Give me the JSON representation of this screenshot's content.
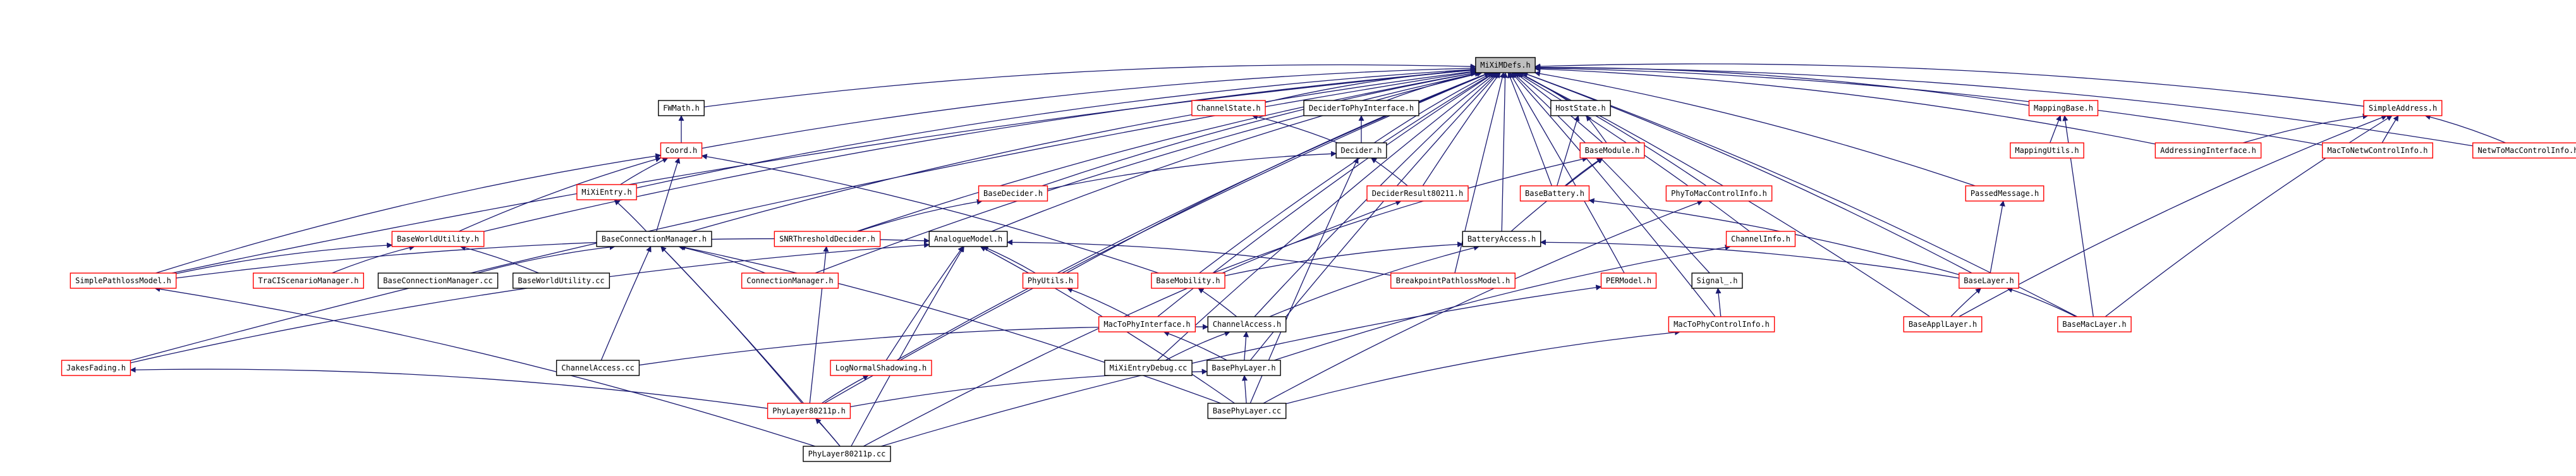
{
  "title": "",
  "colors": {
    "edge": "#191970",
    "red_border": "#ff0000",
    "black_border": "#000000",
    "root_fill": "#bfbfbf"
  },
  "nodes": [
    {
      "id": "mixim",
      "label": "MiXiMDefs.h",
      "border": "root"
    },
    {
      "id": "fwmath",
      "label": "FWMath.h",
      "border": "black"
    },
    {
      "id": "channelstate",
      "label": "ChannelState.h",
      "border": "red"
    },
    {
      "id": "decidertophy",
      "label": "DeciderToPhyInterface.h",
      "border": "black"
    },
    {
      "id": "hoststate",
      "label": "HostState.h",
      "border": "black"
    },
    {
      "id": "mappingbase",
      "label": "MappingBase.h",
      "border": "red"
    },
    {
      "id": "simpleaddress",
      "label": "SimpleAddress.h",
      "border": "red"
    },
    {
      "id": "coord",
      "label": "Coord.h",
      "border": "red"
    },
    {
      "id": "decider",
      "label": "Decider.h",
      "border": "black"
    },
    {
      "id": "basemodule",
      "label": "BaseModule.h",
      "border": "red"
    },
    {
      "id": "mappingutils",
      "label": "MappingUtils.h",
      "border": "red"
    },
    {
      "id": "addressinginterface",
      "label": "AddressingInterface.h",
      "border": "red"
    },
    {
      "id": "mactonetwcontrolinfo",
      "label": "MacToNetwControlInfo.h",
      "border": "red"
    },
    {
      "id": "netwtomaccontrolinfo",
      "label": "NetwToMacControlInfo.h",
      "border": "red"
    },
    {
      "id": "mixentry",
      "label": "MiXiEntry.h",
      "border": "red"
    },
    {
      "id": "basedecider",
      "label": "BaseDecider.h",
      "border": "red"
    },
    {
      "id": "deciderresult",
      "label": "DeciderResult80211.h",
      "border": "red"
    },
    {
      "id": "basebattery",
      "label": "BaseBattery.h",
      "border": "red"
    },
    {
      "id": "phytomaccontrolinfo",
      "label": "PhyToMacControlInfo.h",
      "border": "red"
    },
    {
      "id": "passedmessage",
      "label": "PassedMessage.h",
      "border": "red"
    },
    {
      "id": "baseworldutility",
      "label": "BaseWorldUtility.h",
      "border": "red"
    },
    {
      "id": "baseconnectionmanager",
      "label": "BaseConnectionManager.h",
      "border": "black"
    },
    {
      "id": "snrthreshold",
      "label": "SNRThresholdDecider.h",
      "border": "red"
    },
    {
      "id": "analoguemodel",
      "label": "AnalogueModel.h",
      "border": "black"
    },
    {
      "id": "batteryaccess",
      "label": "BatteryAccess.h",
      "border": "black"
    },
    {
      "id": "channelinfo",
      "label": "ChannelInfo.h",
      "border": "red"
    },
    {
      "id": "simplepathloss",
      "label": "SimplePathlossModel.h",
      "border": "red"
    },
    {
      "id": "traciscenario",
      "label": "TraCIScenarioManager.h",
      "border": "red"
    },
    {
      "id": "baseconnectionmanagercc",
      "label": "BaseConnectionManager.cc",
      "border": "black"
    },
    {
      "id": "baseworldutilitycc",
      "label": "BaseWorldUtility.cc",
      "border": "black"
    },
    {
      "id": "connectionmanager",
      "label": "ConnectionManager.h",
      "border": "red"
    },
    {
      "id": "phyutils",
      "label": "PhyUtils.h",
      "border": "red"
    },
    {
      "id": "basemobility",
      "label": "BaseMobility.h",
      "border": "red"
    },
    {
      "id": "breakpointpathloss",
      "label": "BreakpointPathlossModel.h",
      "border": "red"
    },
    {
      "id": "permodel",
      "label": "PERModel.h",
      "border": "red"
    },
    {
      "id": "signal",
      "label": "Signal_.h",
      "border": "black"
    },
    {
      "id": "baselayer",
      "label": "BaseLayer.h",
      "border": "red"
    },
    {
      "id": "mactophyinterface",
      "label": "MacToPhyInterface.h",
      "border": "red"
    },
    {
      "id": "channelaccess",
      "label": "ChannelAccess.h",
      "border": "black"
    },
    {
      "id": "mactophycontrolinfo",
      "label": "MacToPhyControlInfo.h",
      "border": "red"
    },
    {
      "id": "baseapplayer",
      "label": "BaseApplLayer.h",
      "border": "red"
    },
    {
      "id": "basemaclayer",
      "label": "BaseMacLayer.h",
      "border": "red"
    },
    {
      "id": "jakesfading",
      "label": "JakesFading.h",
      "border": "red"
    },
    {
      "id": "channelaccesscc",
      "label": "ChannelAccess.cc",
      "border": "black"
    },
    {
      "id": "lognormalshadowing",
      "label": "LogNormalShadowing.h",
      "border": "red"
    },
    {
      "id": "mixientrydebug",
      "label": "MiXiEntryDebug.cc",
      "border": "black"
    },
    {
      "id": "basephylayer",
      "label": "BasePhyLayer.h",
      "border": "black"
    },
    {
      "id": "phylayer80211p",
      "label": "PhyLayer80211p.h",
      "border": "red"
    },
    {
      "id": "basephylayercc",
      "label": "BasePhyLayer.cc",
      "border": "black"
    },
    {
      "id": "phylayer80211pcc",
      "label": "PhyLayer80211p.cc",
      "border": "black"
    }
  ],
  "edges": [
    [
      "fwmath",
      "mixim"
    ],
    [
      "channelstate",
      "mixim"
    ],
    [
      "decidertophy",
      "mixim"
    ],
    [
      "hoststate",
      "mixim"
    ],
    [
      "mappingbase",
      "mixim"
    ],
    [
      "simpleaddress",
      "mixim"
    ],
    [
      "coord",
      "mixim"
    ],
    [
      "decider",
      "mixim"
    ],
    [
      "basemodule",
      "mixim"
    ],
    [
      "mixentry",
      "mixim"
    ],
    [
      "basedecider",
      "mixim"
    ],
    [
      "deciderresult",
      "mixim"
    ],
    [
      "basebattery",
      "mixim"
    ],
    [
      "phytomaccontrolinfo",
      "mixim"
    ],
    [
      "passedmessage",
      "mixim"
    ],
    [
      "addressinginterface",
      "mixim"
    ],
    [
      "mactonetwcontrolinfo",
      "mixim"
    ],
    [
      "netwtomaccontrolinfo",
      "mixim"
    ],
    [
      "baseworldutility",
      "mixim"
    ],
    [
      "baseconnectionmanager",
      "mixim"
    ],
    [
      "analoguemodel",
      "mixim"
    ],
    [
      "batteryaccess",
      "mixim"
    ],
    [
      "channelinfo",
      "mixim"
    ],
    [
      "simplepathloss",
      "mixim"
    ],
    [
      "snrthreshold",
      "mixim"
    ],
    [
      "phyutils",
      "mixim"
    ],
    [
      "basemobility",
      "mixim"
    ],
    [
      "breakpointpathloss",
      "mixim"
    ],
    [
      "permodel",
      "mixim"
    ],
    [
      "signal",
      "mixim"
    ],
    [
      "baselayer",
      "mixim"
    ],
    [
      "mactophyinterface",
      "mixim"
    ],
    [
      "channelaccess",
      "mixim"
    ],
    [
      "mactophycontrolinfo",
      "mixim"
    ],
    [
      "baseapplayer",
      "mixim"
    ],
    [
      "basemaclayer",
      "mixim"
    ],
    [
      "jakesfading",
      "mixim"
    ],
    [
      "lognormalshadowing",
      "mixim"
    ],
    [
      "mixientrydebug",
      "mixim"
    ],
    [
      "basephylayer",
      "mixim"
    ],
    [
      "phylayer80211p",
      "mixim"
    ],
    [
      "connectionmanager",
      "mixim"
    ],
    [
      "coord",
      "fwmath"
    ],
    [
      "decider",
      "channelstate"
    ],
    [
      "decider",
      "decidertophy"
    ],
    [
      "basemodule",
      "hoststate"
    ],
    [
      "basebattery",
      "hoststate"
    ],
    [
      "mappingutils",
      "mappingbase"
    ],
    [
      "addressinginterface",
      "simpleaddress"
    ],
    [
      "mactonetwcontrolinfo",
      "simpleaddress"
    ],
    [
      "netwtomaccontrolinfo",
      "simpleaddress"
    ],
    [
      "mixentry",
      "coord"
    ],
    [
      "baseworldutility",
      "coord"
    ],
    [
      "baseconnectionmanager",
      "coord"
    ],
    [
      "basemobility",
      "coord"
    ],
    [
      "simplepathloss",
      "coord"
    ],
    [
      "basedecider",
      "decider"
    ],
    [
      "deciderresult",
      "decider"
    ],
    [
      "basebattery",
      "basemodule"
    ],
    [
      "batteryaccess",
      "basemodule"
    ],
    [
      "baselayer",
      "basebattery"
    ],
    [
      "snrthreshold",
      "basedecider"
    ],
    [
      "baseconnectionmanager",
      "mixentry"
    ],
    [
      "traciscenario",
      "baseworldutility"
    ],
    [
      "baseworldutilitycc",
      "baseworldutility"
    ],
    [
      "simplepathloss",
      "baseworldutility"
    ],
    [
      "baseconnectionmanagercc",
      "baseconnectionmanager"
    ],
    [
      "connectionmanager",
      "baseconnectionmanager"
    ],
    [
      "channelaccesscc",
      "baseconnectionmanager"
    ],
    [
      "simplepathloss",
      "analoguemodel"
    ],
    [
      "phyutils",
      "analoguemodel"
    ],
    [
      "breakpointpathloss",
      "analoguemodel"
    ],
    [
      "lognormalshadowing",
      "analoguemodel"
    ],
    [
      "jakesfading",
      "analoguemodel"
    ],
    [
      "basemobility",
      "batteryaccess"
    ],
    [
      "channelaccess",
      "batteryaccess"
    ],
    [
      "baselayer",
      "batteryaccess"
    ],
    [
      "basemobility",
      "basemodule"
    ],
    [
      "mactophyinterface",
      "phyutils"
    ],
    [
      "channelaccess",
      "basemobility"
    ],
    [
      "baseapplayer",
      "baselayer"
    ],
    [
      "basemaclayer",
      "baselayer"
    ],
    [
      "baselayer",
      "passedmessage"
    ],
    [
      "mactophycontrolinfo",
      "signal"
    ],
    [
      "basephylayer",
      "channelaccess"
    ],
    [
      "channelaccesscc",
      "channelaccess"
    ],
    [
      "basephylayer",
      "mactophyinterface"
    ],
    [
      "phylayer80211p",
      "basephylayer"
    ],
    [
      "phylayer80211p",
      "lognormalshadowing"
    ],
    [
      "basephylayercc",
      "basephylayer"
    ],
    [
      "phylayer80211pcc",
      "phylayer80211p"
    ],
    [
      "phylayer80211p",
      "jakesfading"
    ],
    [
      "basephylayer",
      "channelinfo"
    ],
    [
      "basephylayercc",
      "mactophycontrolinfo"
    ],
    [
      "phylayer80211pcc",
      "permodel"
    ],
    [
      "phylayer80211pcc",
      "deciderresult"
    ],
    [
      "basephylayercc",
      "phytomaccontrolinfo"
    ],
    [
      "basephylayercc",
      "decider"
    ],
    [
      "phylayer80211pcc",
      "baseconnectionmanager"
    ],
    [
      "phylayer80211p",
      "snrthreshold"
    ],
    [
      "basemaclayer",
      "mappingbase"
    ],
    [
      "basemaclayer",
      "simpleaddress"
    ],
    [
      "baseapplayer",
      "simpleaddress"
    ],
    [
      "phylayer80211pcc",
      "simplepathloss"
    ],
    [
      "basephylayercc",
      "baseconnectionmanager"
    ],
    [
      "mixientrydebug",
      "channelaccess"
    ],
    [
      "basephylayercc",
      "analoguemodel"
    ],
    [
      "phylayer80211pcc",
      "analoguemodel"
    ],
    [
      "phylayer80211p",
      "baseconnectionmanager"
    ]
  ]
}
